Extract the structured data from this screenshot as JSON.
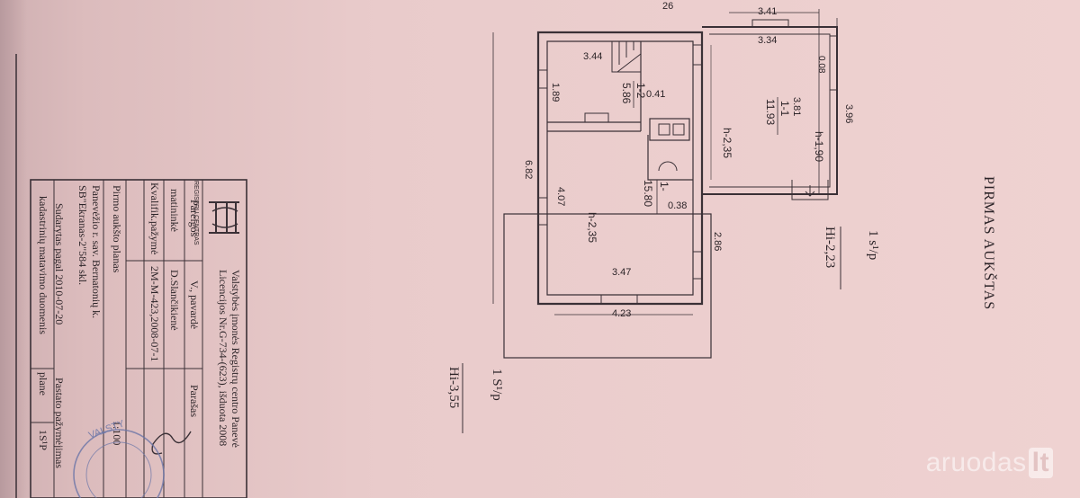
{
  "heading": "PIRMAS AUKŠTAS",
  "scale_labels": [
    {
      "sym": "1 s¹/p",
      "hi": "Hi-2,23"
    },
    {
      "sym": "1 S¹/p",
      "hi": "Hi-3,55"
    }
  ],
  "rooms": [
    {
      "id": "1-1",
      "area": "11.93"
    },
    {
      "id": "1-2",
      "area": "5.86"
    },
    {
      "id": "1-",
      "area": "15.80"
    }
  ],
  "heights": [
    "h-1,90",
    "h-2,35",
    "h-2,35"
  ],
  "dimensions": [
    "3.41",
    "3.34",
    "0.08",
    "3.81",
    "3.96",
    "3.44",
    "1.89",
    "0.41",
    "6.82",
    "4.07",
    "0.38",
    "2.86",
    "3.47",
    "4.23",
    "26"
  ],
  "title_block": {
    "org": "REGISTRŲ CENTRAS",
    "org_line1": "Valstybės įmonės Registrų centro Panevė",
    "org_line2": "Licencijos Nr.G-734-(623), išduota 2008",
    "rows": [
      {
        "label": "Pareigos",
        "name": "V., pavardė",
        "sign": "Parašas"
      },
      {
        "label": "matininkė",
        "name": "D.Slančikienė",
        "sign": ""
      },
      {
        "label": "Kvalifik.pažymė",
        "name": "2M-M-423,2008-07-1",
        "sign": ""
      }
    ],
    "plan": "Pirmo aukšto planas",
    "address1": "Panevėžio r. sav. Bernatonių k.",
    "address2": "SB\"Ekranas-2\"584 skl.",
    "date_line1": "Sudarytas pagal  2010-07-20",
    "date_line2": "kadastrinių matavimo duomenis",
    "scale": "1:100",
    "marks_label": "Pastato pažymėjimas",
    "plane_label": "plane",
    "plane_value": "1S¹P"
  },
  "stamp_text": "VALSTY",
  "watermark": {
    "name": "aruodas",
    "tld": "lt"
  }
}
